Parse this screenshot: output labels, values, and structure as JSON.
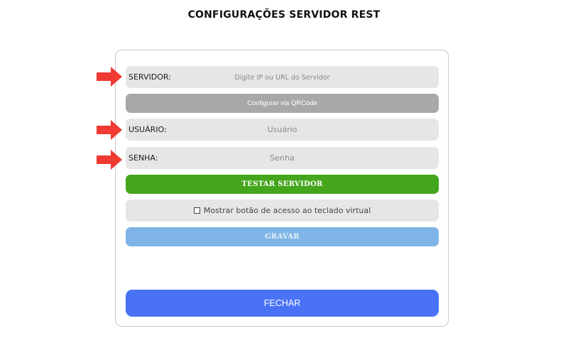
{
  "page": {
    "title": "CONFIGURAÇÕES SERVIDOR REST"
  },
  "form": {
    "servidor": {
      "label": "SERVIDOR:",
      "value": "",
      "placeholder": "Digite IP ou URL do Servidor"
    },
    "qrcode_button": "Configurar via QRCode",
    "usuario": {
      "label": "USUÁRIO:",
      "value": "",
      "placeholder": "Usuário"
    },
    "senha": {
      "label": "SENHA:",
      "value": "",
      "placeholder": "Senha"
    },
    "testar_button": "TESTAR SERVIDOR",
    "keyboard_checkbox": {
      "label": "Mostrar botão de acesso ao teclado virtual",
      "checked": false
    },
    "gravar_button": "GRAVAR",
    "fechar_button": "FECHAR"
  },
  "colors": {
    "testar": "#44a61c",
    "gravar": "#7fb5e6",
    "fechar": "#4a72f7",
    "qrcode": "#a8a8a8",
    "field_bg": "#e6e6e6",
    "arrow": "#f03a32"
  },
  "icons": {
    "annotation": "arrow-right-icon",
    "checkbox": "checkbox-unchecked-icon"
  }
}
